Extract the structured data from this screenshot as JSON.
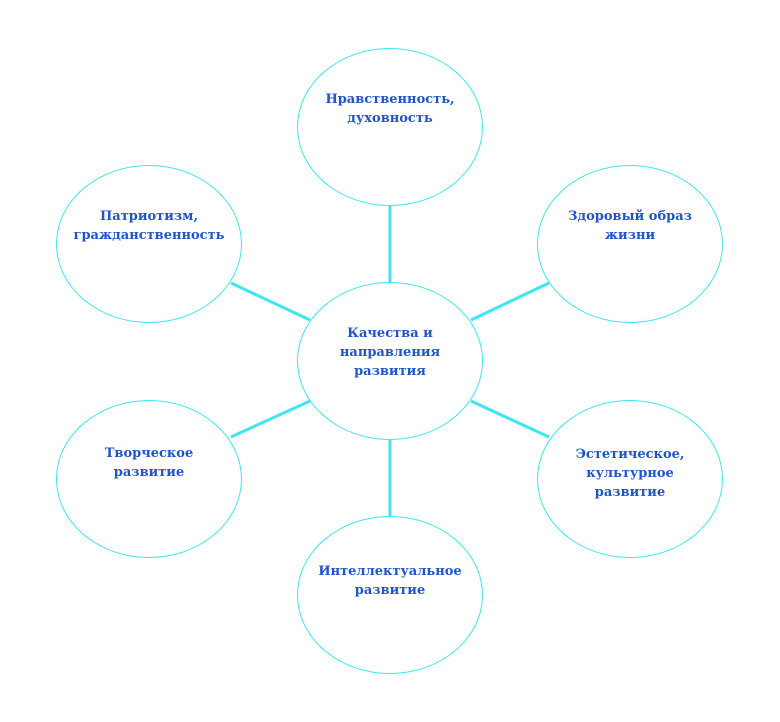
{
  "diagram": {
    "center": {
      "label": "Качества и\nнаправления\nразвития"
    },
    "nodes": [
      {
        "id": "top",
        "label": "Нравственность,\nдуховность"
      },
      {
        "id": "tl",
        "label": "Патриотизм,\nгражданственность"
      },
      {
        "id": "tr",
        "label": "Здоровый образ\nжизни"
      },
      {
        "id": "bl",
        "label": "Творческое\nразвитие"
      },
      {
        "id": "br",
        "label": "Эстетическое,\nкультурное\nразвитие"
      },
      {
        "id": "bottom",
        "label": "Интеллектуальное\nразвитие"
      }
    ],
    "colors": {
      "connector": "#3ee6f0",
      "outline": "#3ee6f0",
      "text": "#1f55c8"
    }
  }
}
